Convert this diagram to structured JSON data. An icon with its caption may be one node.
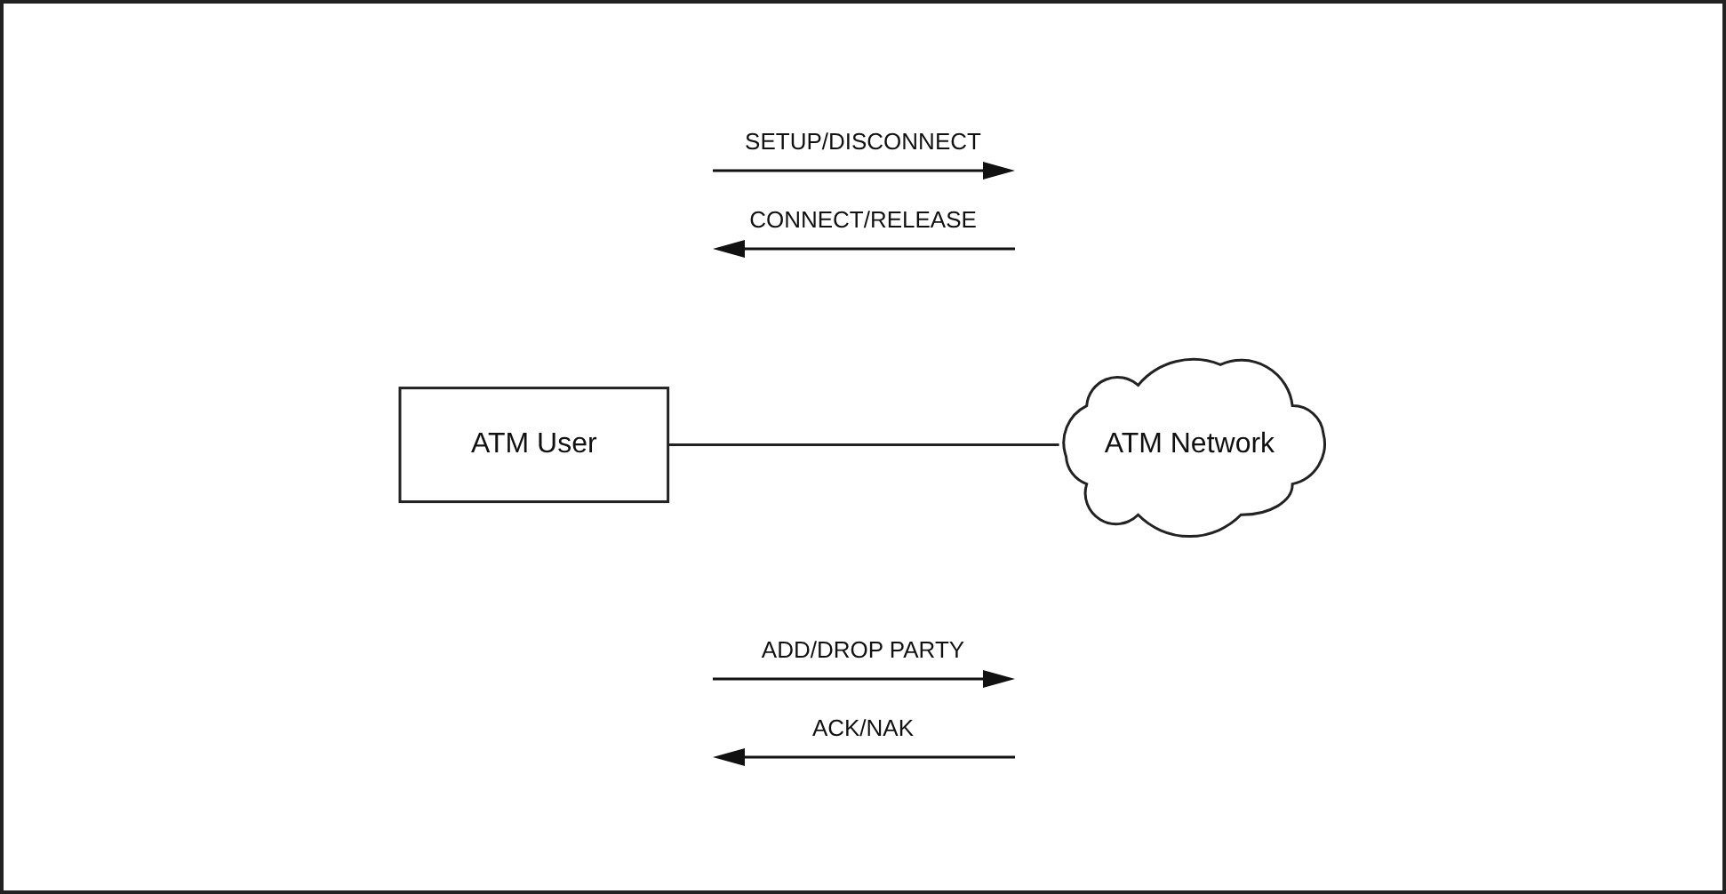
{
  "diagram": {
    "nodes": [
      {
        "text": [
          "ATM User"
        ]
      },
      {
        "text": [
          "ATM Network"
        ]
      }
    ],
    "edges": [
      {
        "from": 0,
        "to": 1,
        "arrow": "none"
      }
    ],
    "labels": [
      "SETUP/DISCONNECT",
      "CONNECT/RELEASE",
      "ADD/DROP PARTY",
      "ACK/NAK"
    ]
  }
}
